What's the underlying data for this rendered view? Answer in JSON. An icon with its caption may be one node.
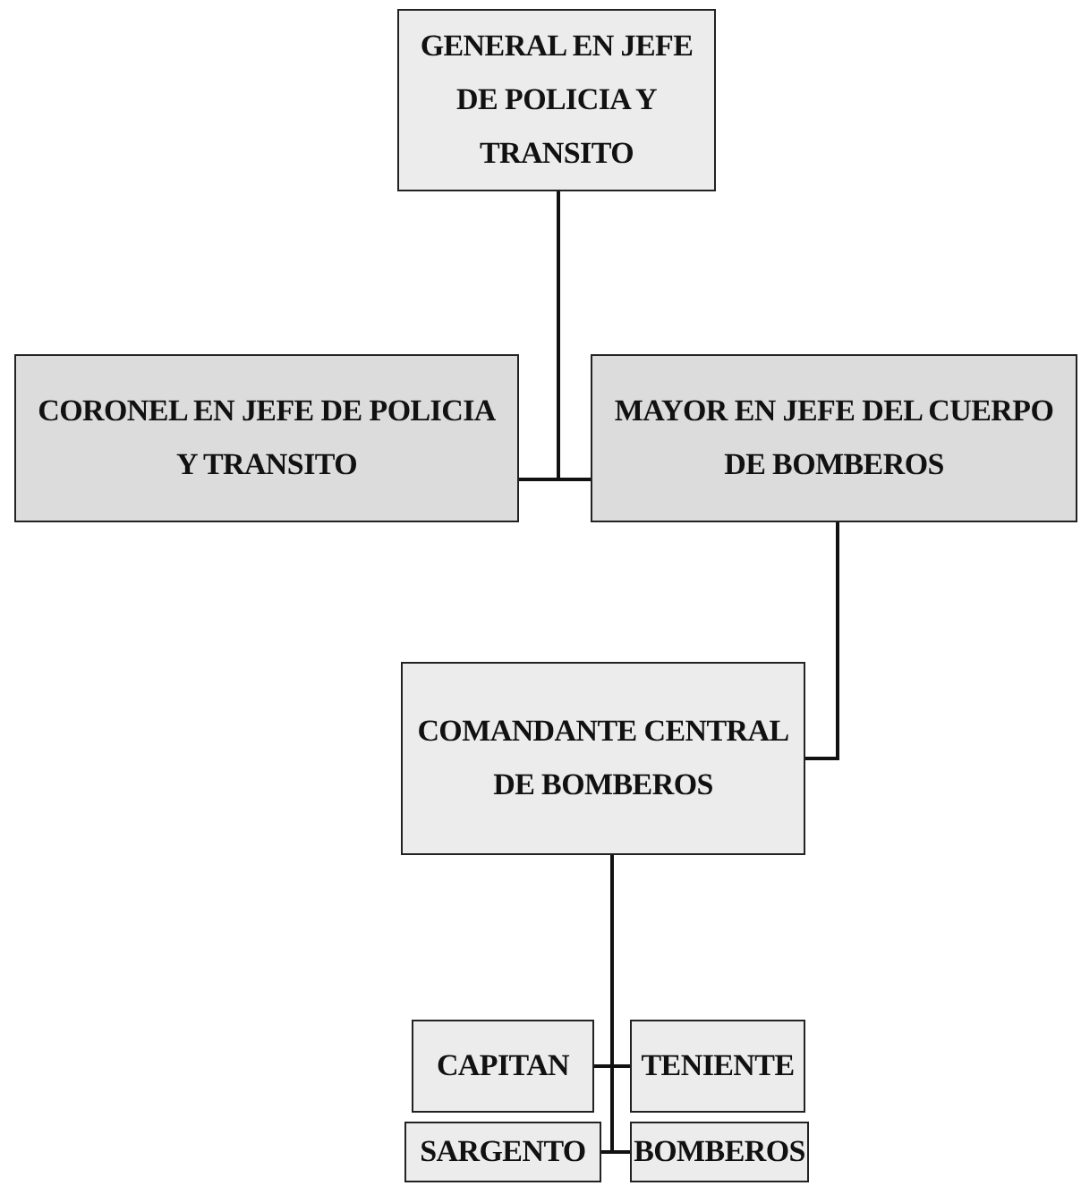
{
  "diagram": {
    "nodes": [
      {
        "text": [
          "GENERAL EN JEFE DE POLICIA Y TRANSITO"
        ]
      },
      {
        "text": [
          "CORONEL EN JEFE DE POLICIA Y TRANSITO"
        ]
      },
      {
        "text": [
          "MAYOR EN JEFE DEL CUERPO DE BOMBEROS"
        ]
      },
      {
        "text": [
          "COMANDANTE CENTRAL DE BOMBEROS"
        ]
      },
      {
        "text": [
          "CAPITAN"
        ]
      },
      {
        "text": [
          "TENIENTE"
        ]
      },
      {
        "text": [
          "SARGENTO"
        ]
      },
      {
        "text": [
          "BOMBEROS"
        ]
      }
    ],
    "edges": [
      {
        "from": 0,
        "to": 1,
        "arrow": "none"
      },
      {
        "from": 0,
        "to": 2,
        "arrow": "none"
      },
      {
        "from": 2,
        "to": 3,
        "arrow": "none"
      },
      {
        "from": 3,
        "to": 4,
        "arrow": "none"
      },
      {
        "from": 3,
        "to": 5,
        "arrow": "none"
      },
      {
        "from": 3,
        "to": 6,
        "arrow": "none"
      },
      {
        "from": 3,
        "to": 7,
        "arrow": "none"
      }
    ]
  }
}
